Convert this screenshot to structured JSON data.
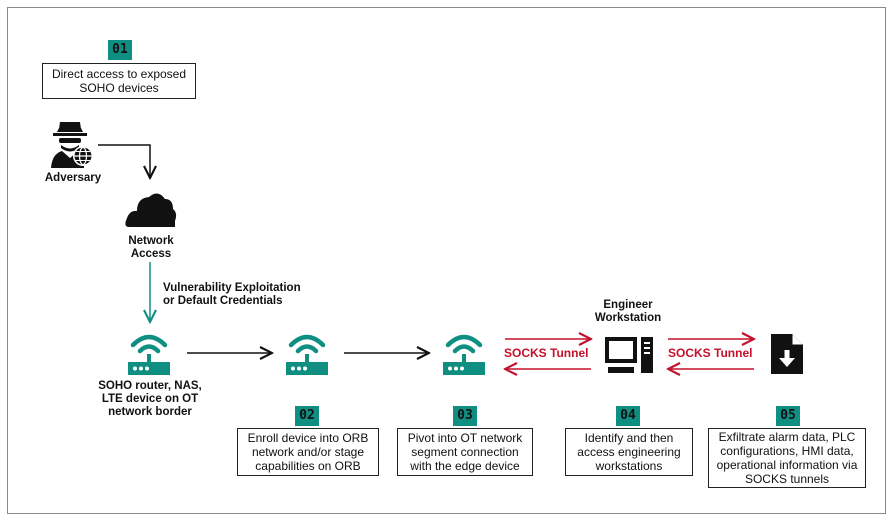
{
  "steps": {
    "s01": {
      "num": "01",
      "text": "Direct access to exposed SOHO devices"
    },
    "s02": {
      "num": "02",
      "text": "Enroll device into ORB network and/or stage capabilities on ORB"
    },
    "s03": {
      "num": "03",
      "text": "Pivot into OT network segment connection with the edge device"
    },
    "s04": {
      "num": "04",
      "text": "Identify and then access engineering workstations"
    },
    "s05": {
      "num": "05",
      "text": "Exfiltrate alarm data, PLC configurations, HMI data, operational information via SOCKS tunnels"
    }
  },
  "labels": {
    "adversary": "Adversary",
    "network_access": "Network Access",
    "vuln": "Vulnerability Exploitation or Default Credentials",
    "soho": "SOHO router, NAS, LTE device on OT network border",
    "engineer_ws": "Engineer Workstation",
    "socks_1": "SOCKS Tunnel",
    "socks_2": "SOCKS Tunnel"
  },
  "colors": {
    "teal": "#0f8f82",
    "red": "#c4102b",
    "dark": "#111111"
  },
  "icons": [
    "adversary-icon",
    "cloud-icon",
    "router-icon",
    "workstation-icon",
    "download-file-icon"
  ]
}
